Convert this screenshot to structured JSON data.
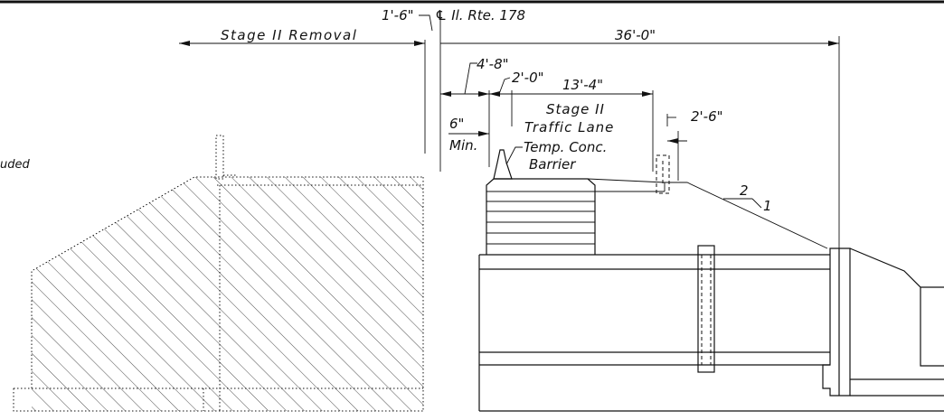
{
  "labels": {
    "stage_removal": "Stage II Removal",
    "offset_1_6": "1'-6\"",
    "centerline": "℄ Il. Rte. 178",
    "dim_36_0": "36'-0\"",
    "dim_4_8": "4'-8\"",
    "dim_2_0": "2'-0\"",
    "dim_13_4": "13'-4\"",
    "dim_2_6": "2'-6\"",
    "lane_line1": "Stage II",
    "lane_line2": "Traffic Lane",
    "min_6": "6\"",
    "min_text": "Min.",
    "barrier_line1": "Temp. Conc.",
    "barrier_line2": "Barrier",
    "slope_rise": "2",
    "slope_run": "1",
    "edge_fragment": "uded"
  }
}
